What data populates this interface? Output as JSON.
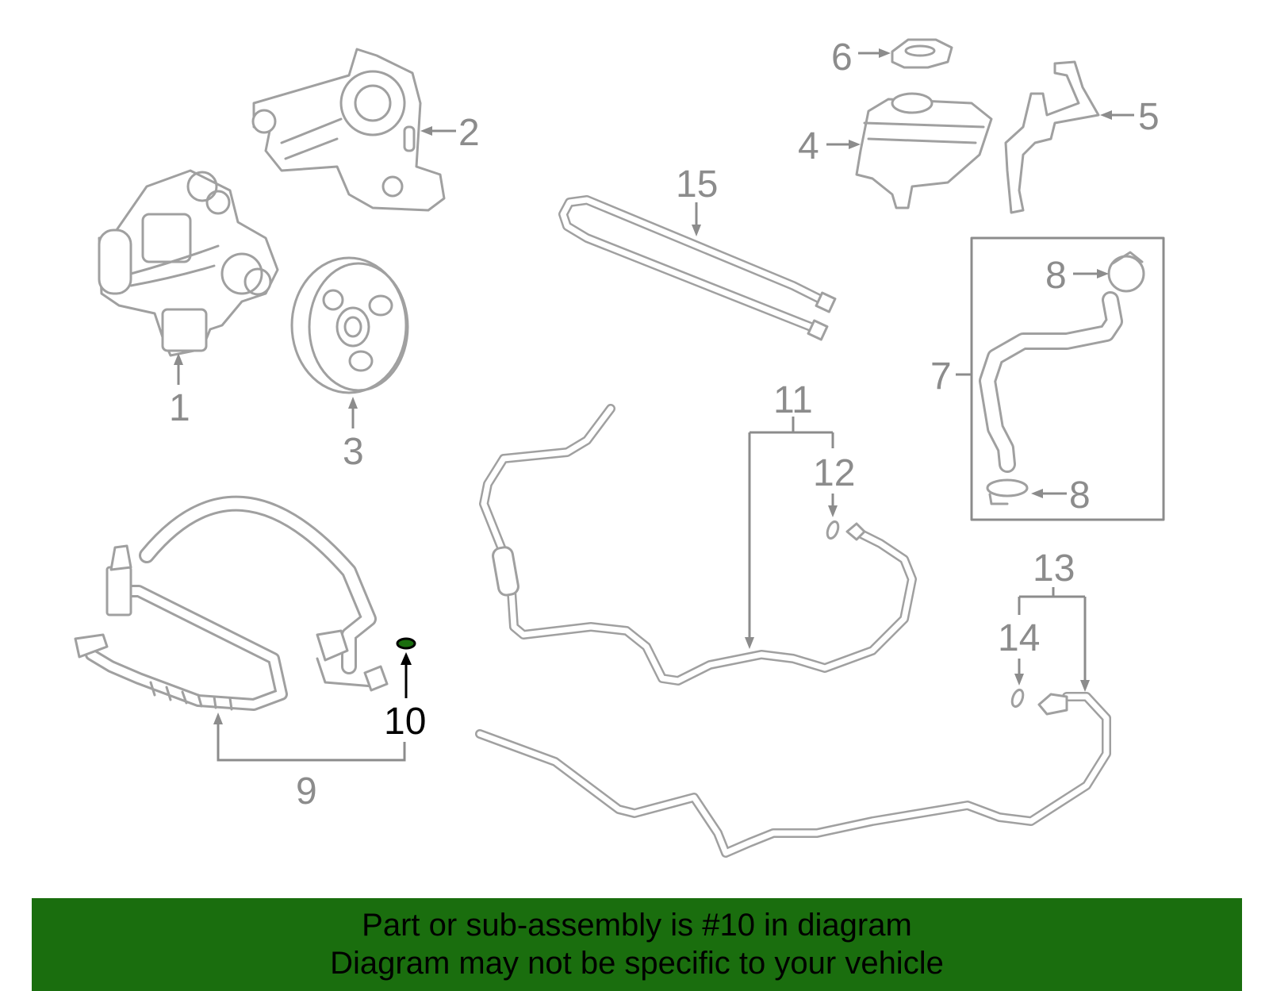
{
  "diagram": {
    "callouts": {
      "c1": "1",
      "c2": "2",
      "c3": "3",
      "c4": "4",
      "c5": "5",
      "c6": "6",
      "c7": "7",
      "c8a": "8",
      "c8b": "8",
      "c9": "9",
      "c10": "10",
      "c11": "11",
      "c12": "12",
      "c13": "13",
      "c14": "14",
      "c15": "15"
    },
    "highlight_part": "10",
    "colors": {
      "line_art": "#a0a0a0",
      "callout": "#8c8c8c",
      "highlight": "#1a6e0e",
      "banner": "#1a6e0e"
    }
  },
  "banner": {
    "line1": "Part or sub-assembly is #10 in diagram",
    "line2": "Diagram may not be specific to your vehicle"
  }
}
